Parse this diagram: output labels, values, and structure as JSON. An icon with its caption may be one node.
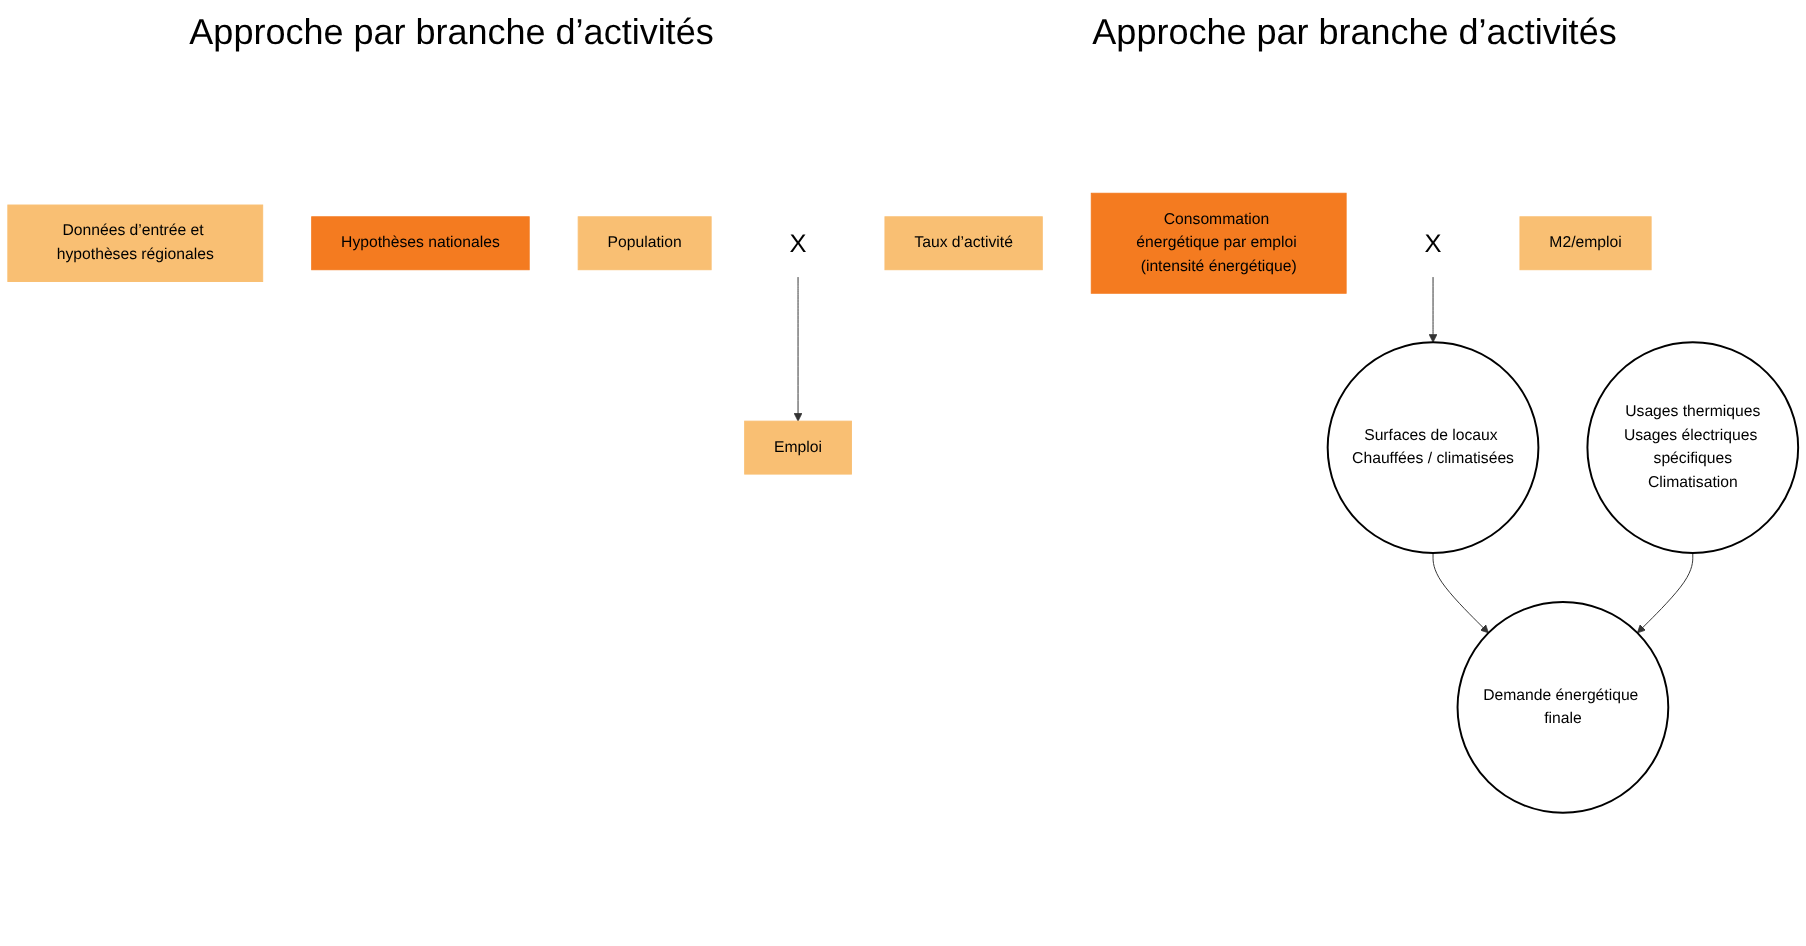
{
  "diagram": {
    "nodes": [
      {
        "text": [
          "Données d’entrée et hypothèses régionales"
        ]
      },
      {
        "text": [
          "Hypothèses nationales"
        ]
      },
      {
        "text": [
          "Population"
        ]
      },
      {
        "text": [
          "X"
        ]
      },
      {
        "text": [
          "Taux d’activité"
        ]
      },
      {
        "text": [
          "Consommation énergétique par emploi (intensité énergétique)"
        ]
      },
      {
        "text": [
          "Emploi"
        ]
      },
      {
        "text": [
          "X"
        ]
      },
      {
        "text": [
          "M2/emploi"
        ]
      },
      {
        "text": [
          "Surfaces de locaux Chauffées / climatisées"
        ]
      },
      {
        "text": [
          "Usages thermiques",
          "Usages électriques spécifiques",
          "Climatisation"
        ]
      },
      {
        "text": [
          "Demande énergétique finale"
        ]
      }
    ],
    "edges": [
      {
        "from": 3,
        "to": 6,
        "arrow": "to"
      },
      {
        "from": 7,
        "to": 9,
        "arrow": "to"
      },
      {
        "from": 9,
        "to": 11,
        "arrow": "to"
      },
      {
        "from": 10,
        "to": 11,
        "arrow": "to"
      }
    ],
    "labels": [
      "Approche par branche d’activités",
      "Approche par branche d’activités"
    ]
  }
}
